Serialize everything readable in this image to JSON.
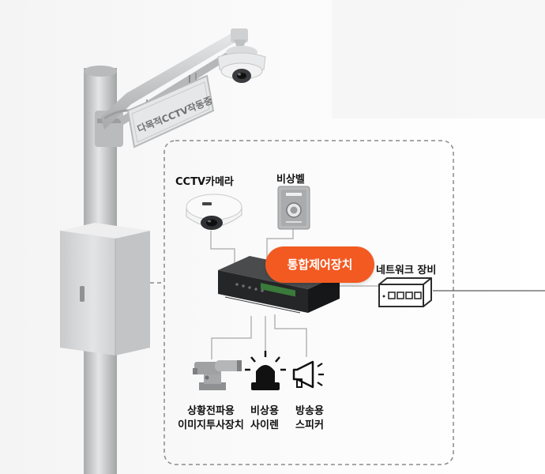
{
  "pole_sign": {
    "text": "다목적CCTV작동중"
  },
  "labels": {
    "cctv_camera": "CCTV카메라",
    "emergency_bell": "비상벨",
    "control_unit": "통합제어장치",
    "network_equipment": "네트워크 장비",
    "ptz_camera_line1": "상황전파용",
    "ptz_camera_line2": "이미지투사장치",
    "siren_line1": "비상용",
    "siren_line2": "사이렌",
    "speaker_line1": "방송용",
    "speaker_line2": "스피커"
  },
  "colors": {
    "accent": "#f25a22",
    "pole": "#c4c6c8",
    "enclosure": "#d8d9da",
    "dashed_border": "#8a8a8a",
    "control_box": "#2a2a2a"
  }
}
